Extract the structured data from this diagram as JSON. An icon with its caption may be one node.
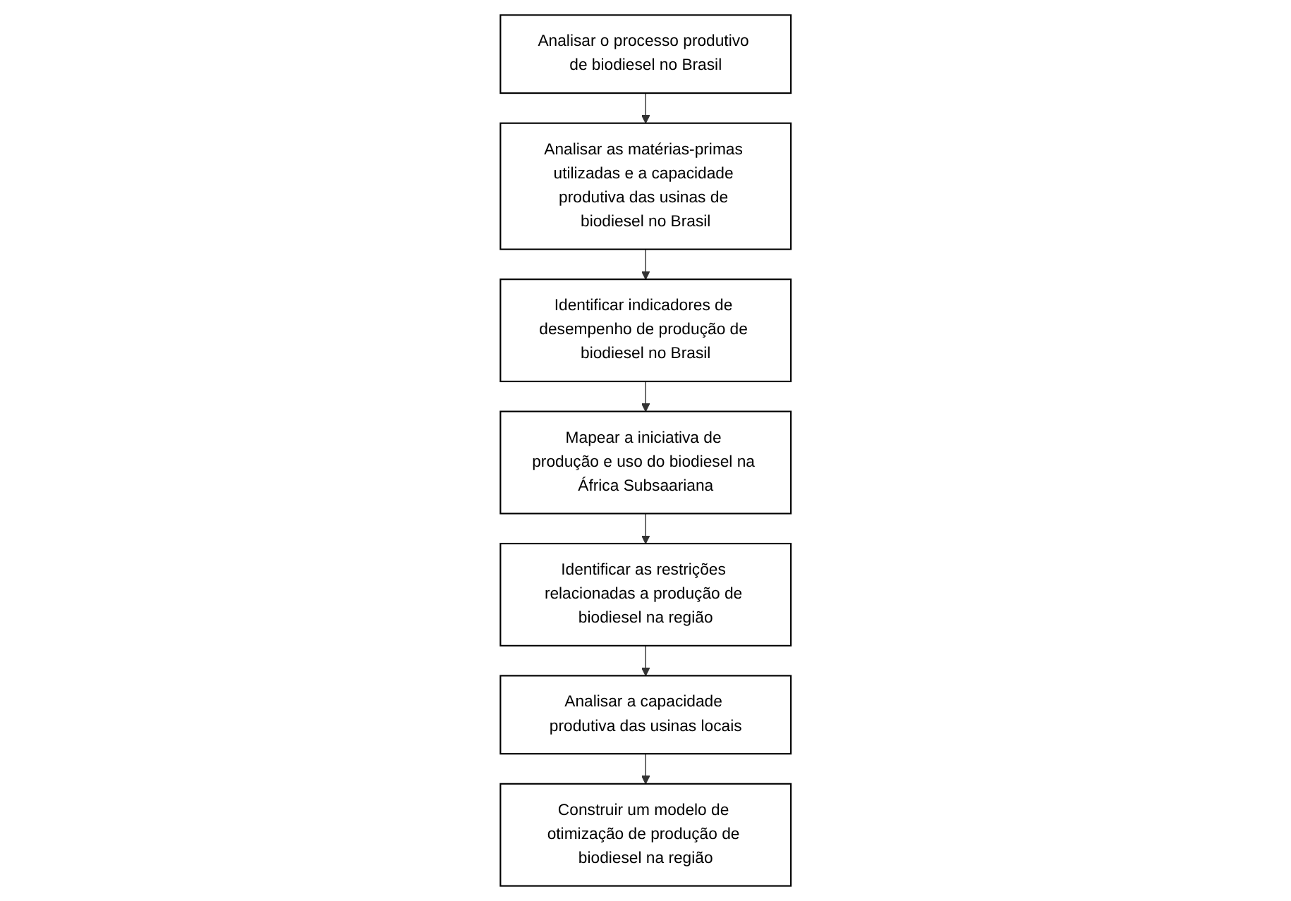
{
  "diagram": {
    "nodes": [
      {
        "text": [
          "Analisar o processo produtivo de biodiesel no Brasil"
        ]
      },
      {
        "text": [
          "Analisar as matérias-primas utilizadas e a capacidade produtiva das usinas de biodiesel no Brasil"
        ]
      },
      {
        "text": [
          "Identificar indicadores de desempenho de produção de biodiesel no Brasil"
        ]
      },
      {
        "text": [
          "Mapear a iniciativa de produção e uso do biodiesel na África Subsaariana"
        ]
      },
      {
        "text": [
          "Identificar as restrições relacionadas a produção de biodiesel na região"
        ]
      },
      {
        "text": [
          "Analisar a capacidade produtiva das usinas locais"
        ]
      },
      {
        "text": [
          "Construir um modelo de otimização de produção de biodiesel na região"
        ]
      }
    ],
    "edges": [
      {
        "from": 0,
        "to": 1,
        "arrow": "to"
      },
      {
        "from": 1,
        "to": 2,
        "arrow": "to"
      },
      {
        "from": 2,
        "to": 3,
        "arrow": "to"
      },
      {
        "from": 3,
        "to": 4,
        "arrow": "to"
      },
      {
        "from": 4,
        "to": 5,
        "arrow": "to"
      },
      {
        "from": 5,
        "to": 6,
        "arrow": "to"
      }
    ]
  }
}
